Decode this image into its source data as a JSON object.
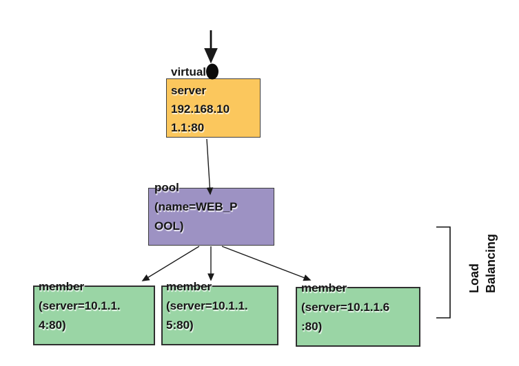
{
  "diagram": {
    "description": "Load balancing diagram: virtual server forwarding to a pool with three member servers",
    "nodes": {
      "virtual_server": {
        "label": "virtual server 192.168.101.1:80",
        "lines": [
          "virtual",
          "server",
          "192.168.10",
          "1.1:80"
        ],
        "fill": "#FBC75D"
      },
      "pool": {
        "label": "pool (name=WEB_POOL)",
        "lines": [
          "pool",
          "(name=WEB_P",
          "OOL)"
        ],
        "fill": "#9D92C3"
      },
      "member1": {
        "label": "member (server=10.1.1.4:80)",
        "lines": [
          "member",
          "(server=10.1.1.",
          "4:80)"
        ],
        "fill": "#9AD5A5"
      },
      "member2": {
        "label": "member (server=10.1.1.5:80)",
        "lines": [
          "member",
          "(server=10.1.1.",
          "5:80)"
        ],
        "fill": "#9AD5A5"
      },
      "member3": {
        "label": "member (server=10.1.1.6:80)",
        "lines": [
          "member",
          "(server=10.1.1.6",
          ":80)"
        ],
        "fill": "#9AD5A5"
      }
    },
    "annotation": {
      "label": "Load Balancing",
      "lines": [
        "Load",
        "Balancing"
      ]
    },
    "colors": {
      "virtual_server_fill": "#FBC75D",
      "pool_fill": "#9D92C3",
      "member_fill": "#9AD5A5",
      "border": "#2f2f2f",
      "arrow": "#1a1a1a",
      "background": "#ffffff"
    }
  }
}
